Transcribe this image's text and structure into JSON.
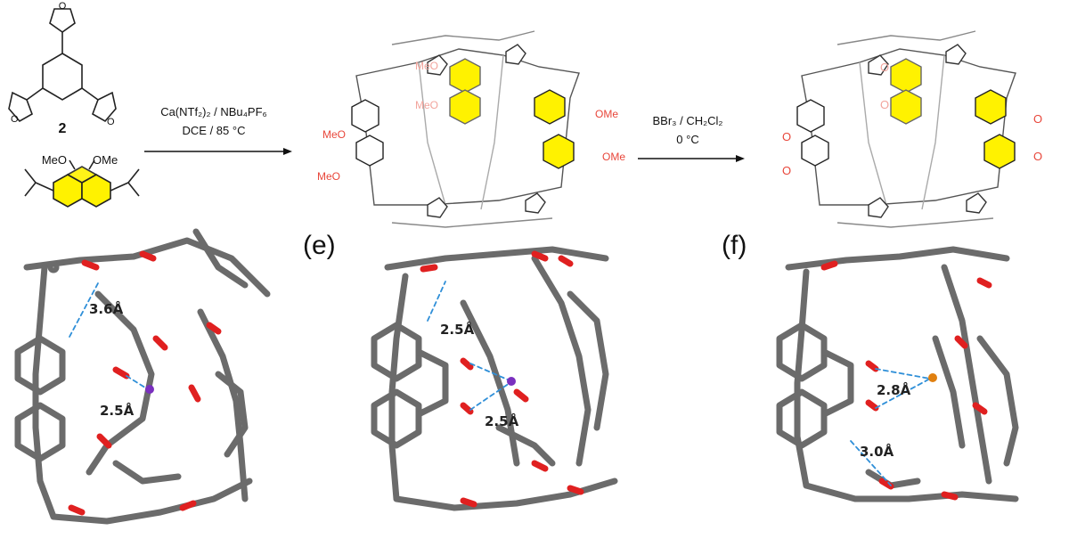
{
  "scheme": {
    "compound_number": "2",
    "reactant_ome_1": "MeO",
    "reactant_ome_2": "OMe",
    "step1_conditions_line1": "Ca(NTf₂)₂ / NBu₄PF₆",
    "step1_conditions_line2": "DCE / 85 °C",
    "step2_conditions_line1": "BBr₃ / CH₂Cl₂",
    "step2_conditions_line2": "0 °C",
    "cage1_labels": [
      "MeO",
      "MeO",
      "OMe",
      "OMe",
      "MeO",
      "MeO"
    ],
    "cage2_labels": [
      "O",
      "O",
      "O",
      "O",
      "O",
      "O"
    ]
  },
  "panels": [
    {
      "letter": "",
      "distances": [
        "3.6Å",
        "2.5Å"
      ]
    },
    {
      "letter": "(e)",
      "distances": [
        "2.5Å",
        "2.5Å"
      ]
    },
    {
      "letter": "(f)",
      "distances": [
        "2.8Å",
        "3.0Å"
      ]
    }
  ],
  "colors": {
    "bond": "#6b6b6b",
    "oxygen": "#e02020",
    "aromatic_highlight": "#fff200",
    "cation_purple": "#7a2fbf",
    "cation_orange": "#e08010",
    "contact_line": "#2f8fd8",
    "label_red": "#e8463a"
  }
}
